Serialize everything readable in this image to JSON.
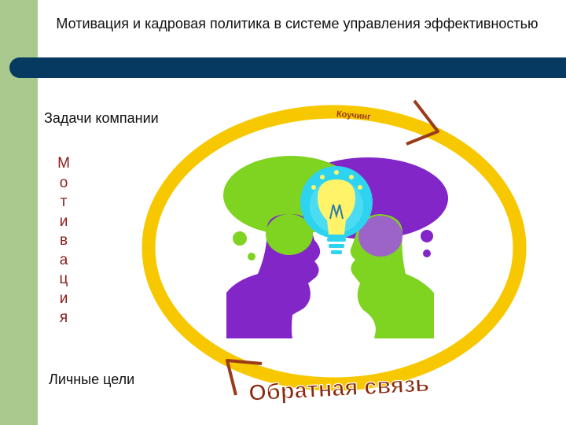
{
  "slide": {
    "title": "Мотивация и кадровая политика в системе управления эффективностью",
    "tasks_label": "Задачи компании",
    "personal_goals_label": "Личные цели",
    "vertical_word_letters": [
      "М",
      "о",
      "т",
      "и",
      "в",
      "а",
      "ц",
      "и",
      "я"
    ],
    "coaching_label": "Коучинг",
    "feedback_label": "Обратная связь"
  },
  "colors": {
    "left_strip": "#a9c98f",
    "title_bar": "#073a61",
    "loop": "#f7c800",
    "green": "#7fd321",
    "purple": "#8226c8",
    "bulb_circle": "#2ed3f0",
    "bulb": "#fff36a",
    "arrow": "#9a3b1a",
    "vertical_text": "#8c1a1a"
  },
  "icons": {
    "bulb": "light-bulb-icon"
  }
}
